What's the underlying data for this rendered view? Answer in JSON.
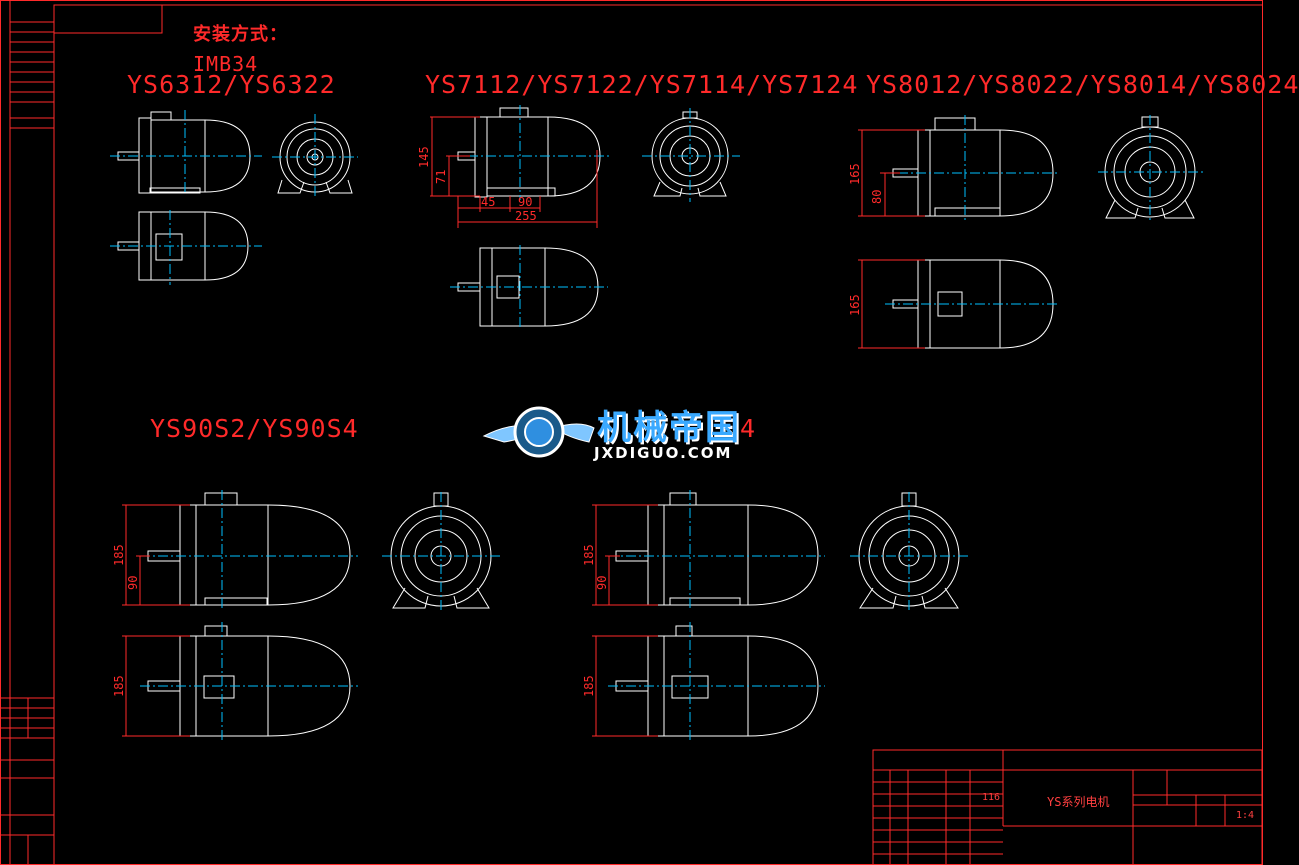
{
  "drawing": {
    "install_label": "安装方式：",
    "mount_label": "IMB34",
    "groups": [
      {
        "label": "YS6312/YS6322"
      },
      {
        "label": "YS7112/YS7122/YS7114/YS7124"
      },
      {
        "label": "YS8012/YS8022/YS8014/YS8024"
      },
      {
        "label": "YS90S2/YS90S4"
      },
      {
        "label": "4"
      }
    ],
    "dimensions": {
      "ys71_height": "145",
      "ys71_axis": "71",
      "ys71_a": "45",
      "ys71_b": "90",
      "ys71_len": "255",
      "ys80_height": "165",
      "ys80_axis": "80",
      "ys80_top": "165",
      "ys90_height": "185",
      "ys90_axis": "90"
    }
  },
  "watermark": {
    "name": "机械帝国",
    "site": "JXDIGUO.COM"
  },
  "title_block": {
    "product": "YS系列电机",
    "scale": "1:4",
    "sheet_mark": "116"
  },
  "colors": {
    "background": "#000000",
    "outline": "#ffffff",
    "centerline": "#00bfff",
    "dimension": "#ff2a2a"
  }
}
